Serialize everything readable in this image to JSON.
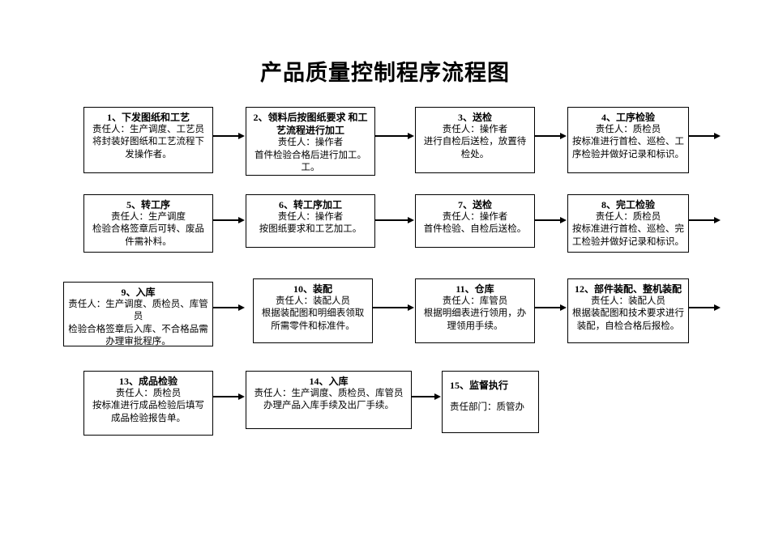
{
  "document": {
    "title": "产品质量控制程序流程图"
  },
  "flowchart": {
    "type": "process-flow",
    "node_count": 15,
    "rows": 4,
    "nodes": [
      {
        "id": "node-1",
        "number": "1",
        "title": "1、下发图纸和工艺",
        "body": "责任人：生产调度、工艺员\n将封装好图纸和工艺流程下发操作者。",
        "align": "center"
      },
      {
        "id": "node-2",
        "number": "2",
        "title": "2、领料后按图纸要求\n和工艺流程进行加工",
        "body": "责任人：操作者\n首件检验合格后进行加工。工。",
        "align": "center"
      },
      {
        "id": "node-3",
        "number": "3",
        "title": "3、送检",
        "body": "责任人：操作者\n进行自检后送检，放置待检处。",
        "align": "center"
      },
      {
        "id": "node-4",
        "number": "4",
        "title": "4、工序检验",
        "body": "责任人：质检员\n按标准进行首检、巡检、工序检验并做好记录和标识。",
        "align": "center"
      },
      {
        "id": "node-5",
        "number": "5",
        "title": "5、转工序",
        "body": "责任人：生产调度\n检验合格签章后可转、废品件需补料。",
        "align": "center"
      },
      {
        "id": "node-6",
        "number": "6",
        "title": "6、转工序加工",
        "body": "责任人：操作者\n按图纸要求和工艺加工。",
        "align": "center"
      },
      {
        "id": "node-7",
        "number": "7",
        "title": "7、送检",
        "body": "责任人：操作者\n首件检验、自检后送检。",
        "align": "center"
      },
      {
        "id": "node-8",
        "number": "8",
        "title": "8、完工检验",
        "body": "责任人：质检员\n按标准进行首检、巡检、完工检验并做好记录和标识。",
        "align": "center"
      },
      {
        "id": "node-9",
        "number": "9",
        "title": "9、入库",
        "body": "责任人：生产调度、质检员、库管员\n检验合格签章后入库、不合格品需办理审批程序。",
        "align": "center"
      },
      {
        "id": "node-10",
        "number": "10",
        "title": "10、装配",
        "body": "责任人：装配人员\n根据装配图和明细表领取所需零件和标准件。",
        "align": "center"
      },
      {
        "id": "node-11",
        "number": "11",
        "title": "11、仓库",
        "body": "责任人：库管员\n根据明细表进行领用，办理领用手续。",
        "align": "center"
      },
      {
        "id": "node-12",
        "number": "12",
        "title": "12、部件装配、整机装配",
        "body": "责任人：装配人员\n根据装配图和技术要求进行装配，自检合格后报检。",
        "align": "center"
      },
      {
        "id": "node-13",
        "number": "13",
        "title": "13、成品检验",
        "body": "责任人：质检员\n按标准进行成品检验后填写成品检验报告单。",
        "align": "center"
      },
      {
        "id": "node-14",
        "number": "14",
        "title": "14、入库",
        "body": "责任人：生产调度、质检员、库管员\n办理产品入库手续及出厂手续。",
        "align": "center"
      },
      {
        "id": "node-15",
        "number": "15",
        "title": "15、监督执行",
        "body": "责任部门：质管办",
        "align": "left"
      }
    ],
    "connectors": [
      {
        "id": "conn-1-2",
        "from": "node-1",
        "to": "node-2"
      },
      {
        "id": "conn-2-3",
        "from": "node-2",
        "to": "node-3"
      },
      {
        "id": "conn-3-4",
        "from": "node-3",
        "to": "node-4"
      },
      {
        "id": "conn-4-out",
        "from": "node-4",
        "to": "row-end"
      },
      {
        "id": "conn-5-6",
        "from": "node-5",
        "to": "node-6"
      },
      {
        "id": "conn-6-7",
        "from": "node-6",
        "to": "node-7"
      },
      {
        "id": "conn-7-8",
        "from": "node-7",
        "to": "node-8"
      },
      {
        "id": "conn-8-out",
        "from": "node-8",
        "to": "row-end"
      },
      {
        "id": "conn-9-10",
        "from": "node-9",
        "to": "node-10"
      },
      {
        "id": "conn-10-11",
        "from": "node-10",
        "to": "node-11"
      },
      {
        "id": "conn-11-12",
        "from": "node-11",
        "to": "node-12"
      },
      {
        "id": "conn-12-out",
        "from": "node-12",
        "to": "row-end"
      },
      {
        "id": "conn-13-14",
        "from": "node-13",
        "to": "node-14"
      },
      {
        "id": "conn-14-15",
        "from": "node-14",
        "to": "node-15"
      }
    ]
  },
  "colors": {
    "background": "#ffffff",
    "border": "#000000",
    "text": "#000000"
  }
}
